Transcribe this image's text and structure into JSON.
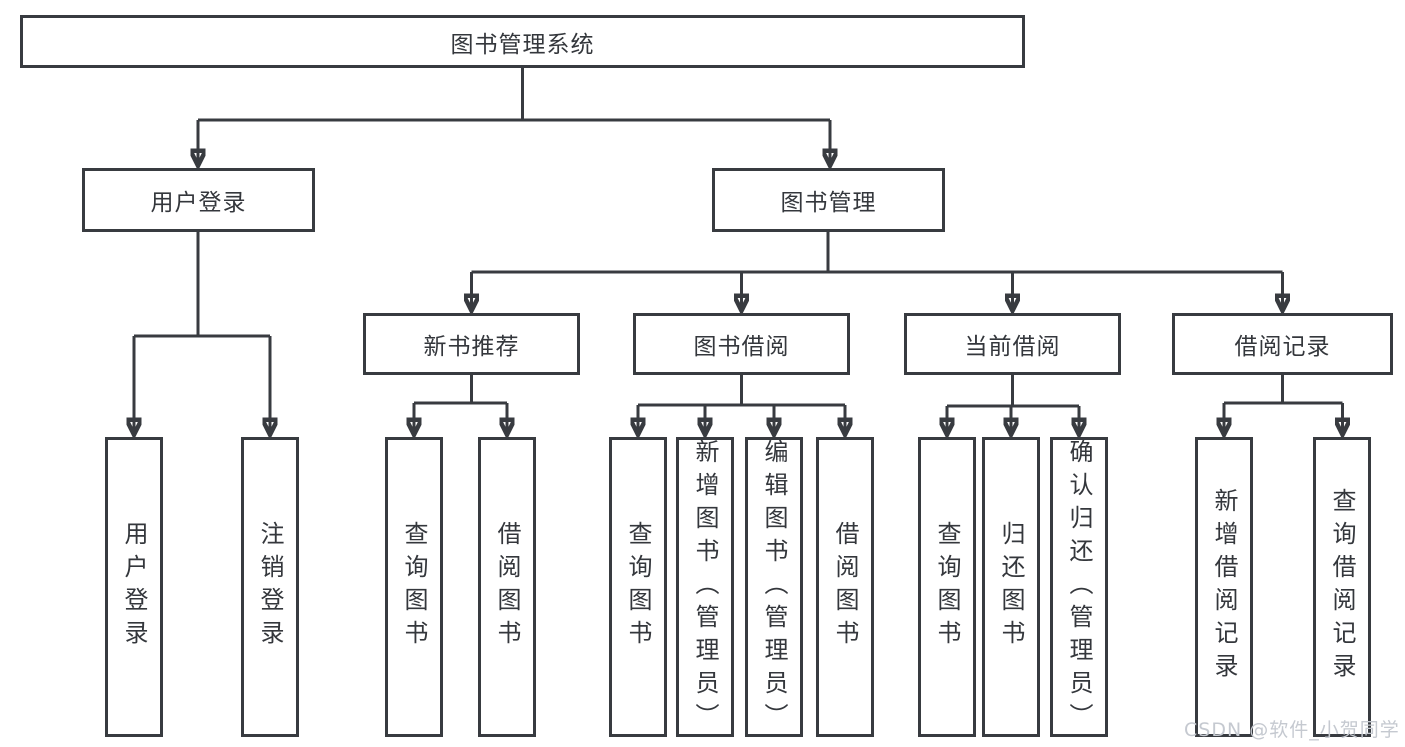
{
  "diagram_type": "functional-structure-tree",
  "colors": {
    "line": "#383b40",
    "box_border": "#383b40",
    "text": "#34373c",
    "background": "#ffffff",
    "watermark": "#c5c9d0"
  },
  "tree": {
    "root": {
      "label": "图书管理系统",
      "children": [
        {
          "label": "用户登录",
          "children": [
            {
              "label": "用户登录"
            },
            {
              "label": "注销登录"
            }
          ]
        },
        {
          "label": "图书管理",
          "children": [
            {
              "label": "新书推荐",
              "children": [
                {
                  "label": "查询图书"
                },
                {
                  "label": "借阅图书"
                }
              ]
            },
            {
              "label": "图书借阅",
              "children": [
                {
                  "label": "查询图书"
                },
                {
                  "label": "新增图书（管理员）"
                },
                {
                  "label": "编辑图书（管理员）"
                },
                {
                  "label": "借阅图书"
                }
              ]
            },
            {
              "label": "当前借阅",
              "children": [
                {
                  "label": "查询图书"
                },
                {
                  "label": "归还图书"
                },
                {
                  "label": "确认归还（管理员）"
                }
              ]
            },
            {
              "label": "借阅记录",
              "children": [
                {
                  "label": "新增借阅记录"
                },
                {
                  "label": "查询借阅记录"
                }
              ]
            }
          ]
        }
      ]
    }
  },
  "watermark": {
    "text": "CSDN @软件_小贺同学"
  }
}
